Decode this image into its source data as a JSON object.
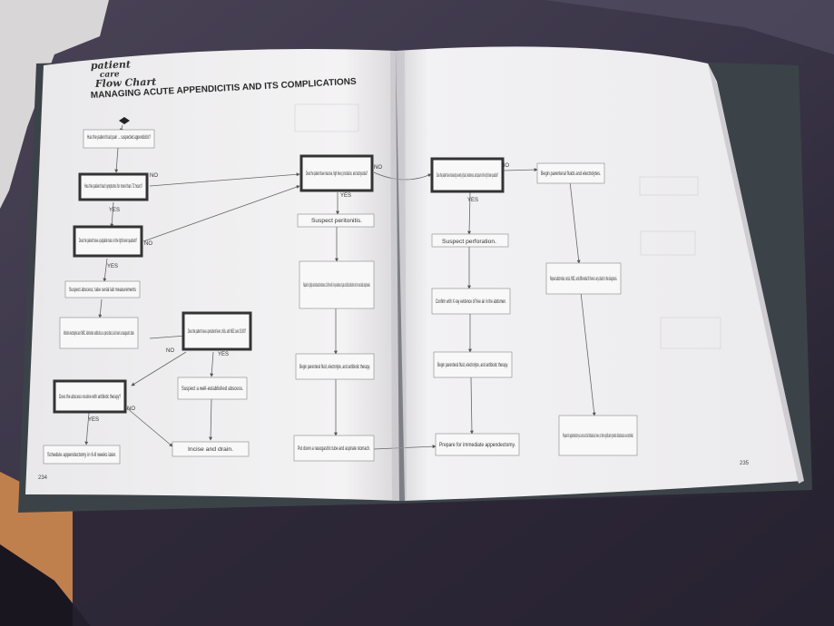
{
  "header": {
    "logo_line1": "patient",
    "logo_line2": "care",
    "logo_line3": "Flow Chart",
    "title": "MANAGING ACUTE APPENDICITIS AND ITS COMPLICATIONS"
  },
  "boxes": {
    "b1": "Has the patient had pain ... suspected appendicitis?",
    "b2": "Has the patient had symptoms for more than 72 hours?",
    "b3": "Does the patient have a palpable mass in the right lower quadrant?",
    "b4": "Suspect abscess; take serial lab measurements",
    "b5": "Monitor electrolytes and WBC. Administer antibiotics as prescribed, and insert a nasogastric tube.",
    "b6": "Does the patient have a persistent fever, chills, and WBC over 20,000?",
    "b7": "Does the abscess resolve with antibiotic therapy?",
    "b8": "Suspect a well-established abscess.",
    "b9": "Schedule appendectomy in 6-8 weeks later.",
    "b10": "Incise and drain.",
    "b11": "Does the patient have massive, high fever, prostration, and tachycardia?",
    "b12": "Suspect peritonitis.",
    "b13": "Palpate for rigidity and rebound tenderness. Confirm with X-ray evidence of gas and fluid collections in the small and large bowels.",
    "b14": "Begin parenteral fluid, electrolyte, and antibiotic therapy.",
    "b15": "Put down a nasogastric tube and aspirate stomach.",
    "b16": "Does the patient have increasing severity of pain, tenderness, and spasm in the right lower quadrant?",
    "b17": "Suspect perforation.",
    "b18": "Confirm with X-ray evidence of free air in the abdomen.",
    "b19": "Begin parenteral fluid, electrolyte, and antibiotic therapy.",
    "b20": "Prepare for immediate appendectomy.",
    "b21": "Begin parenteral fluids and electrolytes.",
    "b22": "Repeat abdominal, rectal, WBC, and differential if there is any doubt in the diagnosis.",
    "b23": "Prepare for appendectomy as soon as fluid imbalance, fever, or other significant systemic disturbances are controlled."
  },
  "labels": {
    "no": "NO",
    "yes": "YES"
  },
  "page_numbers": {
    "left": "234",
    "right": "235"
  }
}
